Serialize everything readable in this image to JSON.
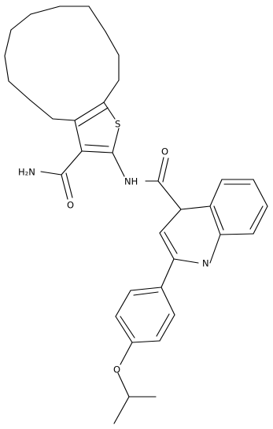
{
  "atoms": {
    "S": "S",
    "amide_N_H2": "H₂N",
    "amide_O": "O",
    "nh_linker": "NH",
    "carbonyl_O": "O",
    "quinoline_N": "N",
    "ether_O": "O"
  }
}
